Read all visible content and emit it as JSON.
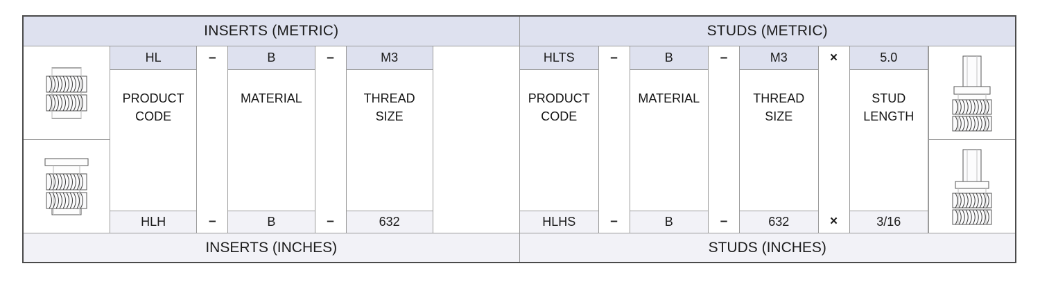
{
  "headers": {
    "inserts_metric": "INSERTS (METRIC)",
    "studs_metric": "STUDS (METRIC)"
  },
  "footers": {
    "inserts_inches": "INSERTS (INCHES)",
    "studs_inches": "STUDS  (INCHES)"
  },
  "separators": {
    "dash": "–",
    "times": "×"
  },
  "inserts": {
    "metric_code": {
      "product": "HL",
      "material": "B",
      "thread": "M3"
    },
    "inch_code": {
      "product": "HLH",
      "material": "B",
      "thread": "632"
    },
    "labels": {
      "product_line1": "PRODUCT",
      "product_line2": "CODE",
      "material_line1": "MATERIAL",
      "material_line2": "",
      "thread_line1": "THREAD",
      "thread_line2": "SIZE"
    },
    "drawing_top": "threaded-insert-plain",
    "drawing_bottom": "threaded-insert-flanged"
  },
  "studs": {
    "metric_code": {
      "product": "HLTS",
      "material": "B",
      "thread": "M3",
      "length": "5.0"
    },
    "inch_code": {
      "product": "HLHS",
      "material": "B",
      "thread": "632",
      "length": "3/16"
    },
    "labels": {
      "product_line1": "PRODUCT",
      "product_line2": "CODE",
      "material_line1": "MATERIAL",
      "material_line2": "",
      "thread_line1": "THREAD",
      "thread_line2": "SIZE",
      "length_line1": "STUD",
      "length_line2": "LENGTH"
    },
    "drawing_top": "stud-metric",
    "drawing_bottom": "stud-inch"
  },
  "colors": {
    "header_band": "#dee1ef",
    "footer_band": "#f2f2f7",
    "border": "#4a4a4a",
    "inner_rule": "#9a9a9a",
    "text": "#1b1b1b"
  }
}
